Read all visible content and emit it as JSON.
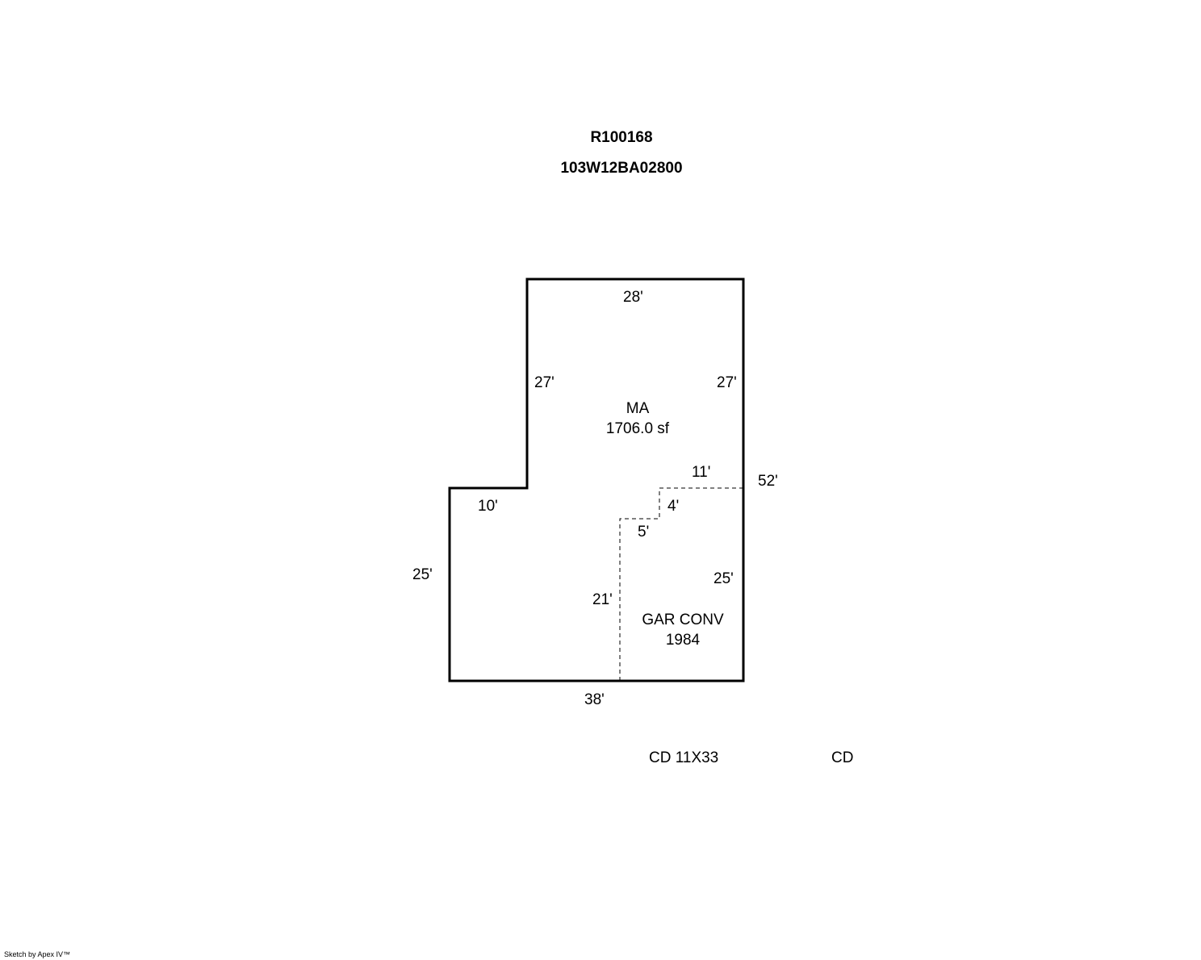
{
  "header": {
    "account_id": "R100168",
    "map_tax_lot": "103W12BA02800"
  },
  "areas": {
    "main": {
      "code": "MA",
      "area": "1706.0 sf"
    },
    "garage": {
      "code": "GAR CONV",
      "year": "1984"
    }
  },
  "dimensions": {
    "top": "28'",
    "main_left": "27'",
    "main_right": "27'",
    "step_top": "11'",
    "overall_right": "52'",
    "notch": "10'",
    "step_vertical": "4'",
    "step_horizontal": "5'",
    "lower_left": "25'",
    "garage_right": "25'",
    "garage_left": "21'",
    "bottom": "38'"
  },
  "notes": {
    "cd_size": "CD 11X33",
    "cd": "CD"
  },
  "credit": "Sketch by Apex IV™"
}
